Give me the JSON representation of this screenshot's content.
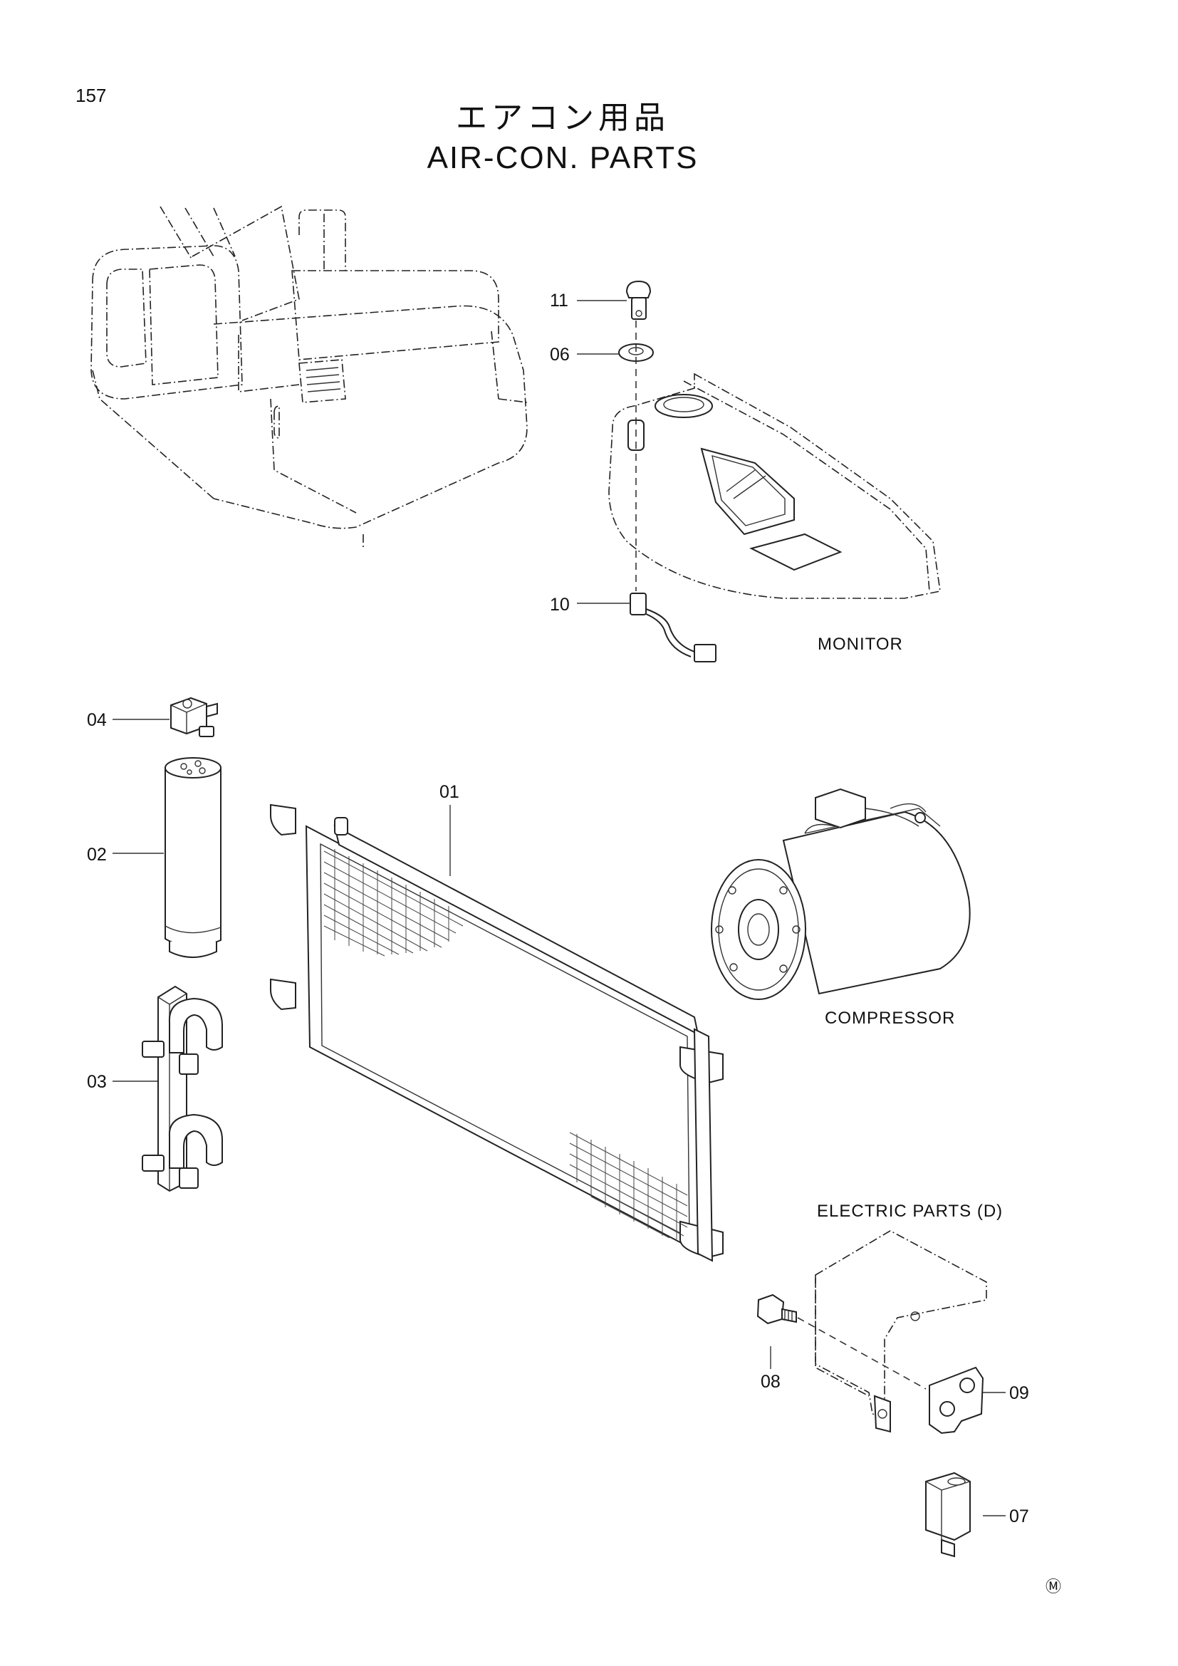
{
  "page_number": "157",
  "title_jp": "エアコン用品",
  "title_en": "AIR-CON. PARTS",
  "sections": {
    "monitor": "MONITOR",
    "compressor": "COMPRESSOR",
    "electric_parts": "ELECTRIC PARTS (D)"
  },
  "callouts": [
    {
      "id": "01",
      "label": "01"
    },
    {
      "id": "02",
      "label": "02"
    },
    {
      "id": "03",
      "label": "03"
    },
    {
      "id": "04",
      "label": "04"
    },
    {
      "id": "06",
      "label": "06"
    },
    {
      "id": "07",
      "label": "07"
    },
    {
      "id": "08",
      "label": "08"
    },
    {
      "id": "09",
      "label": "09"
    },
    {
      "id": "10",
      "label": "10"
    },
    {
      "id": "11",
      "label": "11"
    }
  ],
  "corner_mark": "Ⓜ"
}
